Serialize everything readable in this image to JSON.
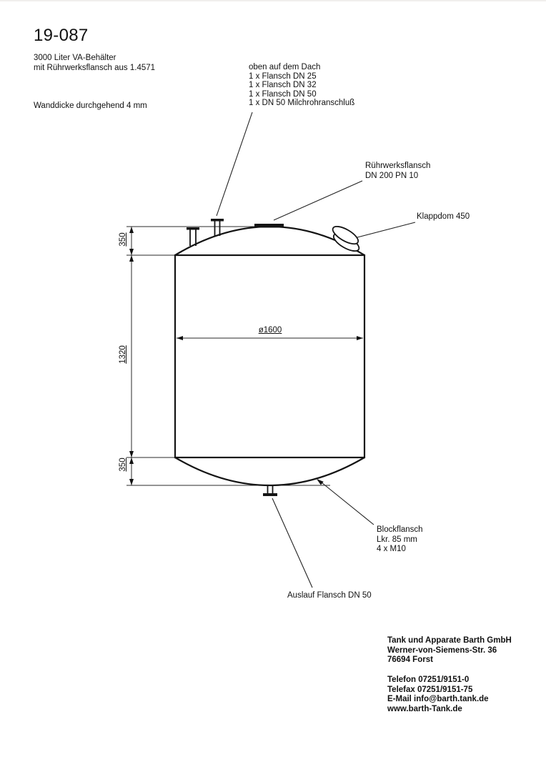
{
  "colors": {
    "ink": "#111111",
    "paper": "#ffffff"
  },
  "header": {
    "drawing_number": "19-087",
    "description_lines": [
      "3000 Liter VA-Behälter",
      "mit Rührwerksflansch aus 1.4571"
    ],
    "wall_note": "Wanddicke durchgehend 4 mm"
  },
  "callouts": {
    "roof_block": {
      "lines": [
        "oben auf dem Dach",
        "1 x Flansch DN 25",
        "1 x Flansch DN 32",
        "1 x Flansch DN 50",
        "1 x DN 50 Milchrohranschluß"
      ]
    },
    "agitator_flange": {
      "lines": [
        "Rührwerksflansch",
        "DN 200 PN 10"
      ]
    },
    "klappdom": {
      "label": "Klappdom 450"
    },
    "block_flange": {
      "lines": [
        "Blockflansch",
        "Lkr. 85 mm",
        "4 x M10"
      ]
    },
    "outlet": {
      "label": "Auslauf Flansch DN 50"
    }
  },
  "dimensions": {
    "top_head_height": "350",
    "shell_height": "1320",
    "bottom_head_height": "350",
    "diameter": "ø1600"
  },
  "footer": {
    "address_lines": [
      "Tank und Apparate Barth GmbH",
      "Werner-von-Siemens-Str. 36",
      "76694 Forst"
    ],
    "contact_lines": [
      "Telefon 07251/9151-0",
      "Telefax 07251/9151-75",
      "E-Mail info@barth.tank.de",
      "www.barth-Tank.de"
    ]
  }
}
